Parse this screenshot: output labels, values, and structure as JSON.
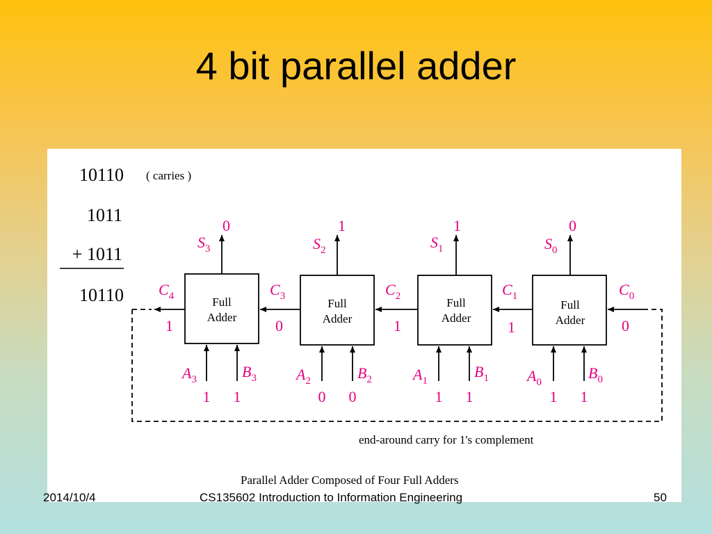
{
  "slide": {
    "title": "4 bit parallel adder",
    "footer_date": "2014/10/4",
    "footer_course": "CS135602 Introduction to Information Engineering",
    "footer_page": "50"
  },
  "arithmetic": {
    "carries": "10110",
    "carries_label": "( carries )",
    "operand_a": "1011",
    "operand_b": "+ 1011",
    "result": "10110"
  },
  "adders": [
    {
      "label_line1": "Full",
      "label_line2": "Adder",
      "s_name": "S",
      "s_sub": "3",
      "s_value": "0",
      "a_name": "A",
      "a_sub": "3",
      "a_value": "1",
      "b_name": "B",
      "b_sub": "3",
      "b_value": "1",
      "cin_name": "C",
      "cin_sub": "3",
      "cin_value": "0"
    },
    {
      "label_line1": "Full",
      "label_line2": "Adder",
      "s_name": "S",
      "s_sub": "2",
      "s_value": "1",
      "a_name": "A",
      "a_sub": "2",
      "a_value": "0",
      "b_name": "B",
      "b_sub": "2",
      "b_value": "0",
      "cin_name": "C",
      "cin_sub": "2",
      "cin_value": "1"
    },
    {
      "label_line1": "Full",
      "label_line2": "Adder",
      "s_name": "S",
      "s_sub": "1",
      "s_value": "1",
      "a_name": "A",
      "a_sub": "1",
      "a_value": "1",
      "b_name": "B",
      "b_sub": "1",
      "b_value": "1",
      "cin_name": "C",
      "cin_sub": "1",
      "cin_value": "1"
    },
    {
      "label_line1": "Full",
      "label_line2": "Adder",
      "s_name": "S",
      "s_sub": "0",
      "s_value": "0",
      "a_name": "A",
      "a_sub": "0",
      "a_value": "1",
      "b_name": "B",
      "b_sub": "0",
      "b_value": "1",
      "cin_name": "C",
      "cin_sub": "0",
      "cin_value": "0"
    }
  ],
  "carry_out": {
    "name": "C",
    "sub": "4",
    "value": "1"
  },
  "feedback_caption": "end-around carry for 1's complement",
  "figure_caption": "Parallel Adder Composed of Four Full Adders",
  "colors": {
    "label_magenta": "#e4007f",
    "wire": "#000000",
    "background_top": "#ffc20e",
    "background_bottom": "#b3e0e0"
  }
}
